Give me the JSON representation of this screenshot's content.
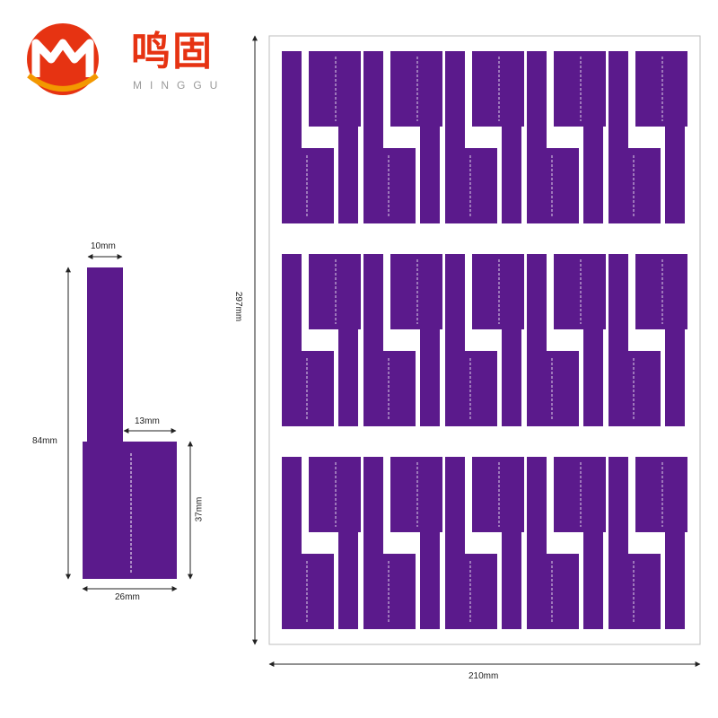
{
  "brand": {
    "name_cn": "鸣固",
    "name_en": "MINGGU",
    "colors": {
      "red": "#e63312",
      "orange": "#f39800"
    }
  },
  "label_color": "#5b1a8c",
  "single_label": {
    "dims": {
      "tail_width": "10mm",
      "total_height": "84mm",
      "step_width": "13mm",
      "body_height": "37mm",
      "body_width": "26mm"
    }
  },
  "sheet": {
    "height": "297mm",
    "width": "210mm",
    "rows": 3,
    "columns": 5
  }
}
